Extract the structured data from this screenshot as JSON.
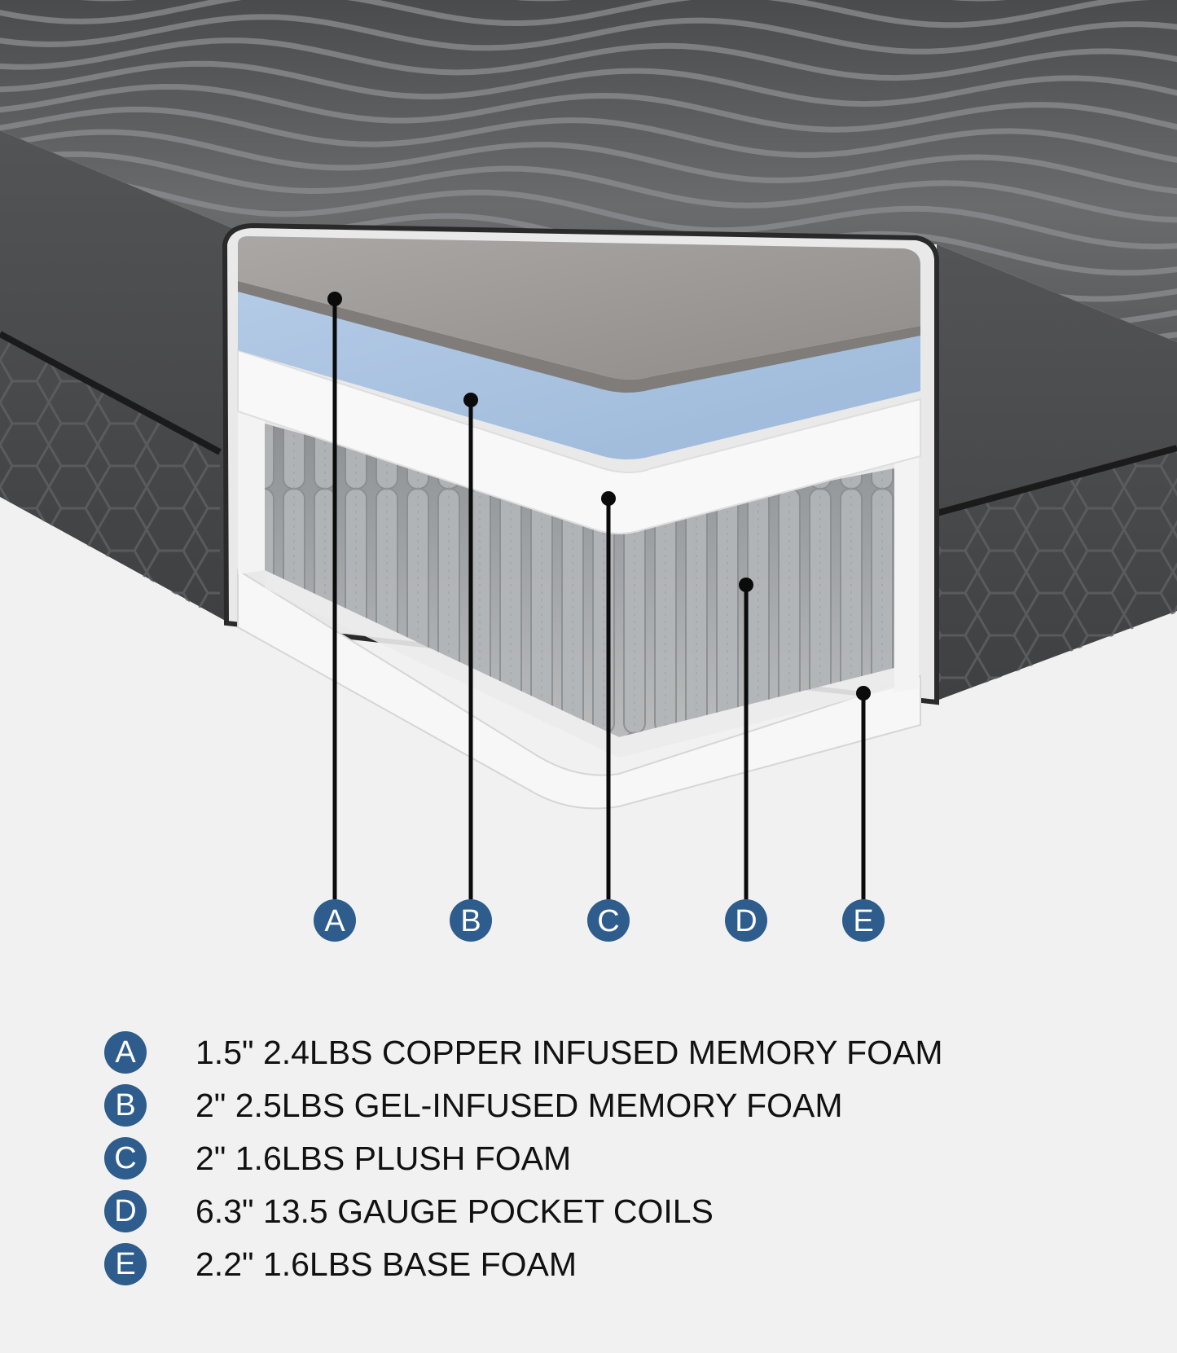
{
  "diagram": {
    "colors": {
      "background": "#f1f1f1",
      "cover_fabric": "#5b5c5e",
      "side_panel": "#4d4e50",
      "copper_foam": "#9d9a98",
      "gel_foam": "#a9c2df",
      "plush_foam": "#f5f5f5",
      "coil_area": "#a7aaad",
      "base_foam": "#f5f5f5",
      "badge": "#2e5c8c",
      "leader_line": "#0b0b0b"
    },
    "callouts": [
      {
        "letter": "A",
        "layer": "copper-foam"
      },
      {
        "letter": "B",
        "layer": "gel-foam"
      },
      {
        "letter": "C",
        "layer": "plush-foam"
      },
      {
        "letter": "D",
        "layer": "pocket-coils"
      },
      {
        "letter": "E",
        "layer": "base-foam"
      }
    ]
  },
  "legend": [
    {
      "letter": "A",
      "text": "1.5\" 2.4LBS COPPER INFUSED MEMORY FOAM"
    },
    {
      "letter": "B",
      "text": "2\" 2.5LBS GEL-INFUSED MEMORY FOAM"
    },
    {
      "letter": "C",
      "text": "2\" 1.6LBS PLUSH FOAM"
    },
    {
      "letter": "D",
      "text": "6.3\" 13.5 GAUGE POCKET COILS"
    },
    {
      "letter": "E",
      "text": "2.2\" 1.6LBS BASE FOAM"
    }
  ]
}
